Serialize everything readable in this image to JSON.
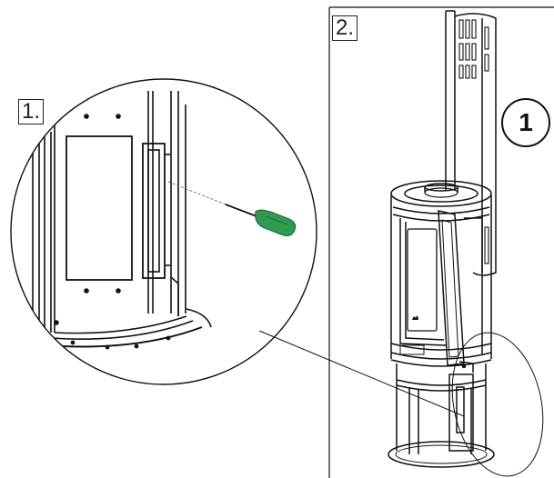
{
  "step_labels": {
    "step1": "1.",
    "step2": "2."
  },
  "callout": {
    "number": "1"
  },
  "colors": {
    "line": "#111111",
    "screwdriver_handle": "#2f9a52",
    "screwdriver_handle_dark": "#1e6f3a",
    "background": "#ffffff"
  },
  "icons": {
    "tool": "screwdriver-icon",
    "flame": "flame-icon"
  }
}
